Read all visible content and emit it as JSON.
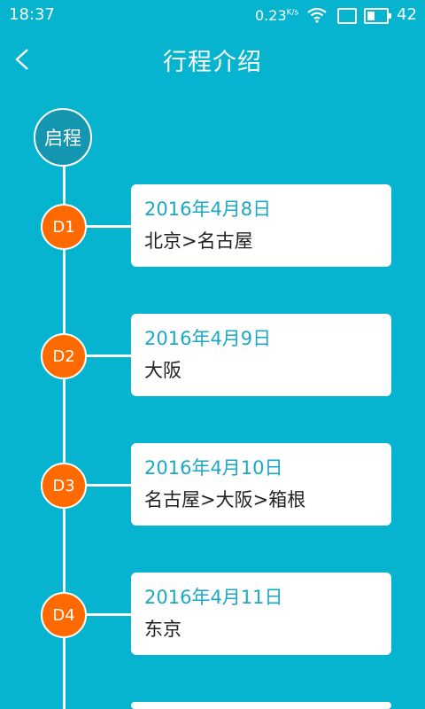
{
  "status_bar": {
    "time": "18:37",
    "network_speed": "0.23",
    "speed_unit": "K/s",
    "battery_level_text": "42",
    "battery_level": 0.42
  },
  "header": {
    "title": "行程介绍",
    "back_icon": "chevron-left-icon"
  },
  "timeline": {
    "start_label": "启程",
    "days": [
      {
        "label": "D1",
        "date": "2016年4月8日",
        "route": "北京>名古屋"
      },
      {
        "label": "D2",
        "date": "2016年4月9日",
        "route": "大阪"
      },
      {
        "label": "D3",
        "date": "2016年4月10日",
        "route": "名古屋>大阪>箱根"
      },
      {
        "label": "D4",
        "date": "2016年4月11日",
        "route": "东京"
      }
    ]
  },
  "colors": {
    "background": "#06B4CF",
    "day_node": "#FF6A00",
    "date_text": "#1BA8C4"
  }
}
